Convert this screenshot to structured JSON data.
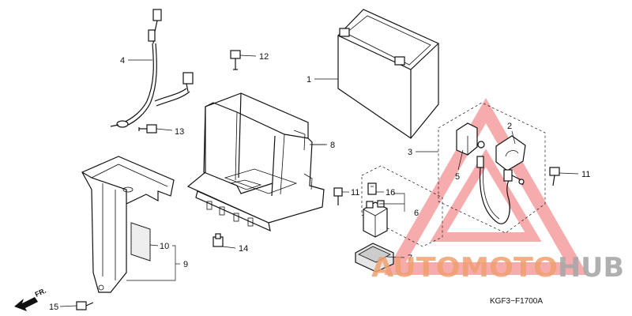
{
  "callouts": {
    "c1": "1",
    "c2": "2",
    "c3": "3",
    "c4": "4",
    "c5": "5",
    "c6": "6",
    "c7": "7",
    "c8": "8",
    "c9": "9",
    "c10": "10",
    "c11a": "11",
    "c11b": "11",
    "c12": "12",
    "c13": "13",
    "c14": "14",
    "c15": "15",
    "c16": "16"
  },
  "diagram_code": "KGF3−F1700A",
  "direction_label": "FR.",
  "watermark": {
    "text_a": "AUTOMOTO",
    "text_b": "HUB",
    "color_a": "#f0a070",
    "color_b": "#a8a8a8",
    "triangle_color": "#f06a6a"
  }
}
